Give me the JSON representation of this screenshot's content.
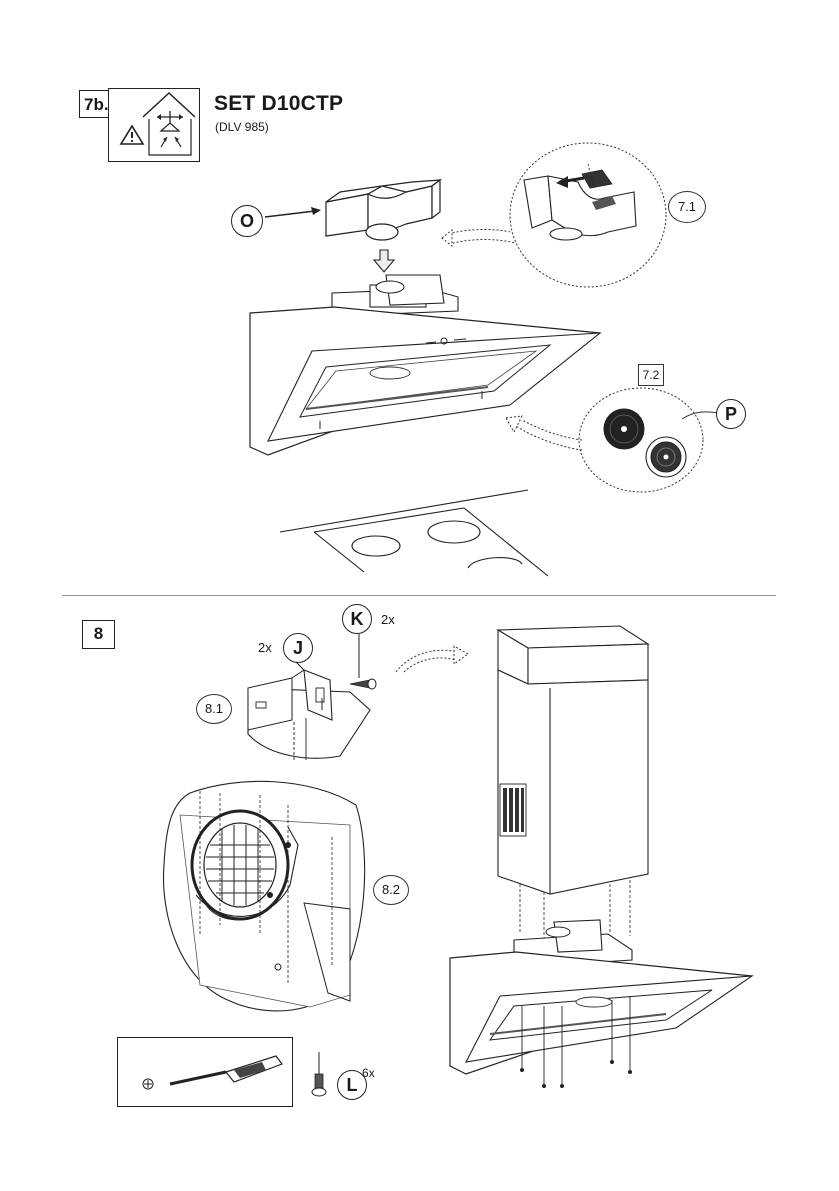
{
  "step7": {
    "number": "7b.1",
    "title": "SET D10CTP",
    "subtitle": "(DLV 985)",
    "part_o": "O",
    "part_p": "P",
    "detail_7_1": "7.1",
    "detail_7_2": "7.2"
  },
  "step8": {
    "number": "8",
    "part_j": "J",
    "part_j_qty": "2x",
    "part_k": "K",
    "part_k_qty": "2x",
    "detail_8_1": "8.1",
    "detail_8_2": "8.2",
    "part_l": "L",
    "part_l_qty": "6x"
  },
  "colors": {
    "divider": "#d9766a",
    "line": "#222222"
  }
}
